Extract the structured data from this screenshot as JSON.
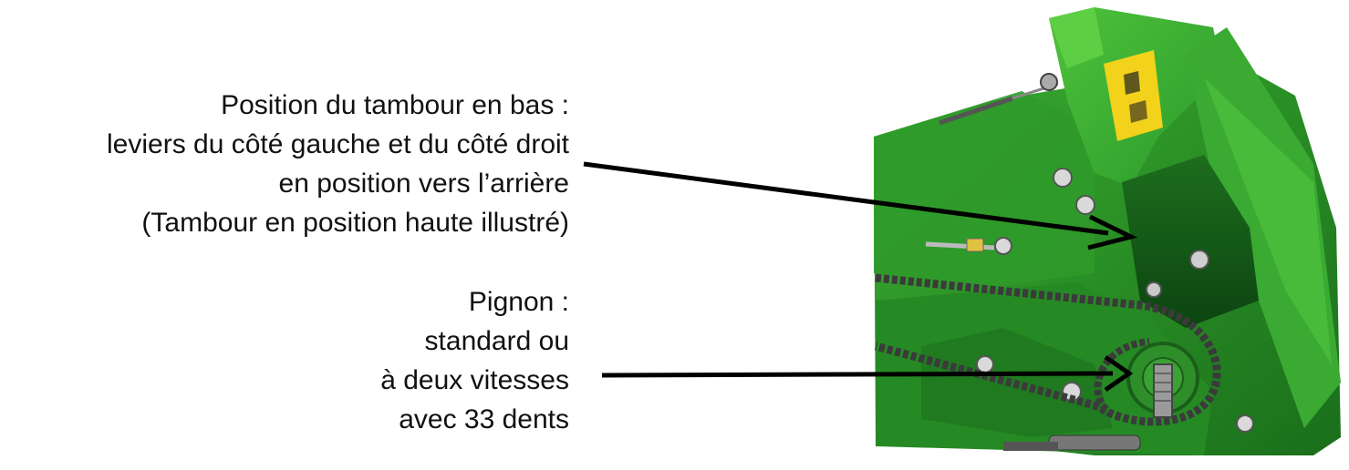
{
  "callouts": {
    "tambour": {
      "lines": [
        "Position du tambour en bas :",
        "leviers du côté gauche et du côté droit",
        "en position vers l’arrière",
        "(Tambour en position haute illustré)"
      ]
    },
    "pignon": {
      "lines": [
        "Pignon :",
        "standard ou",
        "à deux vitesses",
        "avec 33 dents"
      ]
    }
  },
  "colors": {
    "machine_green": "#2f9a2a",
    "dark_green": "#0f5a14",
    "warning_yellow": "#f2d21a",
    "arrow": "#000000",
    "text": "#111111"
  }
}
